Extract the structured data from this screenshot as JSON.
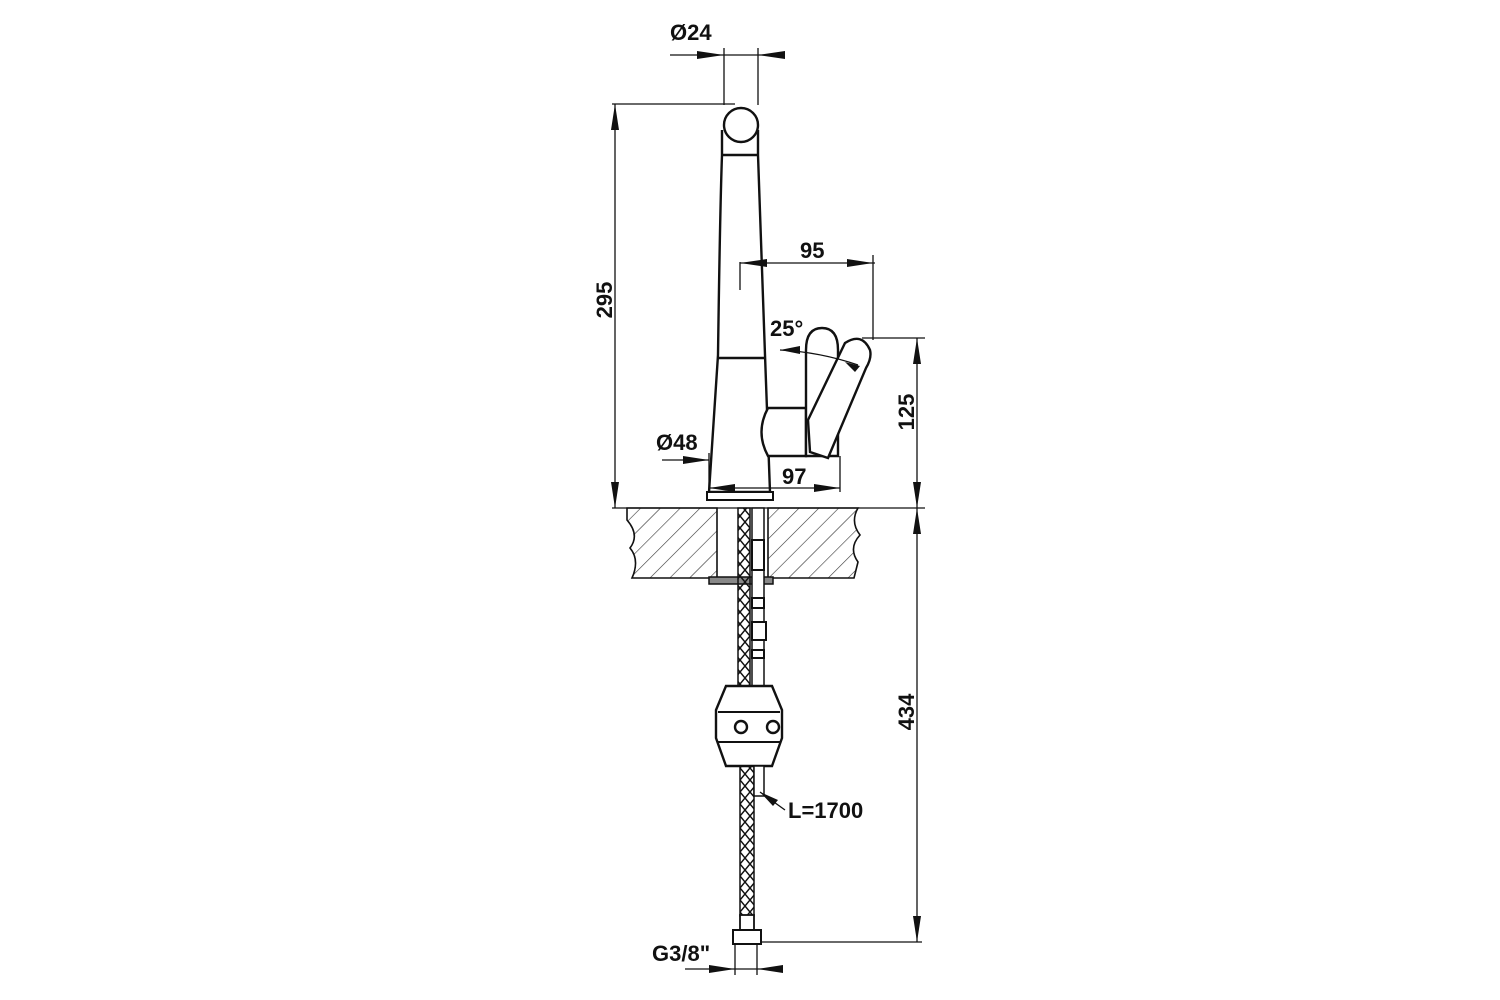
{
  "drawing": {
    "subject": "Kitchen faucet technical drawing (side elevation)",
    "dimensions": {
      "spout_diameter": "Ø24",
      "total_height": "295",
      "lever_reach": "95",
      "lever_angle": "25°",
      "lever_height": "125",
      "base_diameter": "Ø48",
      "base_to_lever": "97",
      "below_counter": "434",
      "hose_length": "L=1700",
      "connection_thread": "G3/8\""
    },
    "colors": {
      "line": "#111111",
      "background": "#ffffff",
      "hatch": "#333333"
    }
  }
}
